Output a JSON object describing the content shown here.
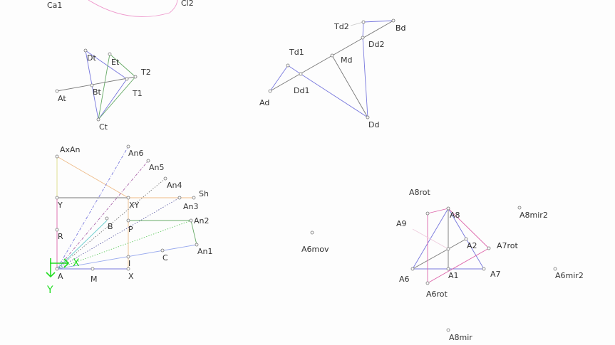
{
  "labels": {
    "Ca1": "Ca1",
    "Cl2": "Cl2",
    "Dt": "Dt",
    "Et": "Et",
    "T2": "T2",
    "T1": "T1",
    "At": "At",
    "Bt": "Bt",
    "Ct": "Ct",
    "Td2": "Td2",
    "Bd": "Bd",
    "Dd2": "Dd2",
    "Td1": "Td1",
    "Md": "Md",
    "Dd1": "Dd1",
    "Ad": "Ad",
    "Dd": "Dd",
    "AxAn": "AxAn",
    "An6": "An6",
    "An5": "An5",
    "An4": "An4",
    "Sh": "Sh",
    "An3": "An3",
    "Y": "Y",
    "XY": "XY",
    "An2": "An2",
    "P": "P",
    "B": "B",
    "R": "R",
    "An1": "An1",
    "C": "C",
    "I": "I",
    "A": "A",
    "M": "M",
    "X": "X",
    "A6mov": "A6mov",
    "A8rot": "A8rot",
    "A8": "A8",
    "A8mir2": "A8mir2",
    "A9": "A9",
    "A2": "A2",
    "A7rot": "A7rot",
    "A6": "A6",
    "A1": "A1",
    "A7": "A7",
    "A6mir2": "A6mir2",
    "A6rot": "A6rot",
    "A8mir": "A8mir"
  },
  "axes": {
    "x_label": "X",
    "y_label": "Y"
  },
  "colors": {
    "axis": "#22dd22",
    "blue": "#7777dd",
    "green": "#66aa66",
    "gray": "#777777",
    "pink": "#dd66aa",
    "orange": "#eebb88",
    "yellow": "#dddd88"
  }
}
